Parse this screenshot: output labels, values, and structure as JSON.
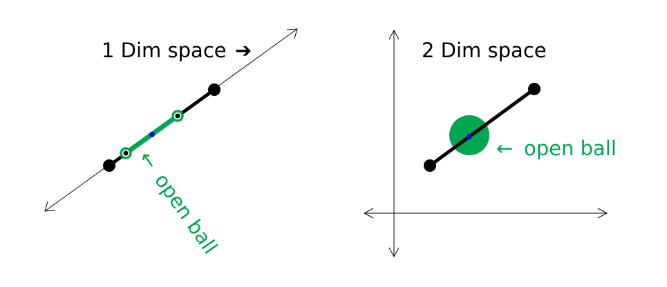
{
  "colors": {
    "line": "#000000",
    "ball": "#00a651",
    "center": "#1010cc",
    "background": "#ffffff"
  },
  "panel_1d": {
    "title": "1 Dim space",
    "arrow_symbol": "➔",
    "annotation": "open ball",
    "annotation_arrow": "←"
  },
  "panel_2d": {
    "title": "2 Dim space",
    "annotation": "open ball",
    "annotation_arrow": "←"
  }
}
